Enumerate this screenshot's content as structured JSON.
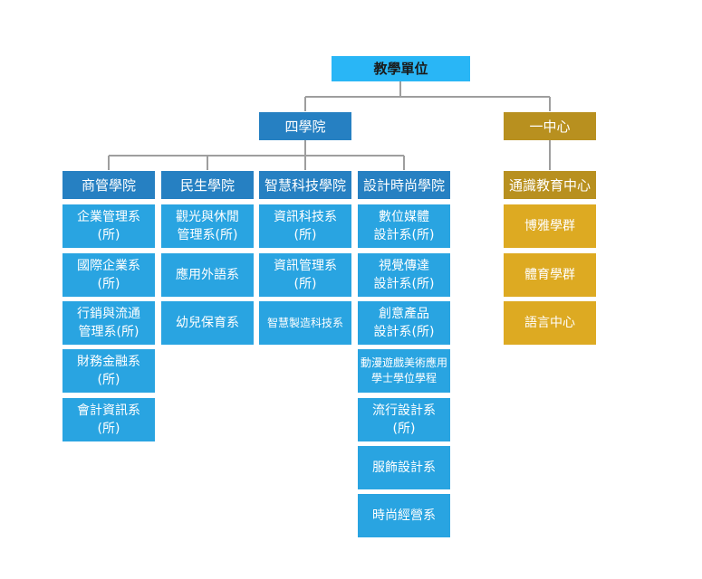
{
  "root": {
    "label": "教學單位"
  },
  "branches": [
    {
      "label": "四學院",
      "colleges": [
        {
          "label": "商管學院",
          "departments": [
            "企業管理系\n(所)",
            "國際企業系\n(所)",
            "行銷與流通\n管理系(所)",
            "財務金融系\n(所)",
            "會計資訊系\n(所)"
          ]
        },
        {
          "label": "民生學院",
          "departments": [
            "觀光與休閒\n管理系(所)",
            "應用外語系",
            "幼兒保育系"
          ]
        },
        {
          "label": "智慧科技學院",
          "departments": [
            "資訊科技系\n(所)",
            "資訊管理系\n(所)",
            "智慧製造科技系"
          ]
        },
        {
          "label": "設計時尚學院",
          "departments": [
            "數位媒體\n設計系(所)",
            "視覺傳達\n設計系(所)",
            "創意產品\n設計系(所)",
            "動漫遊戲美術應用\n學士學位學程",
            "流行設計系\n(所)",
            "服飾設計系",
            "時尚經營系"
          ]
        }
      ]
    },
    {
      "label": "一中心",
      "centers": [
        {
          "label": "通識教育中心",
          "units": [
            "博雅學群",
            "體育學群",
            "語言中心"
          ]
        }
      ]
    }
  ],
  "colors": {
    "root": "#29b6f6",
    "college_header": "#2680c2",
    "department": "#29a4e1",
    "center_header": "#b8901f",
    "center_unit": "#ddaa22",
    "connector": "#9e9e9e"
  }
}
